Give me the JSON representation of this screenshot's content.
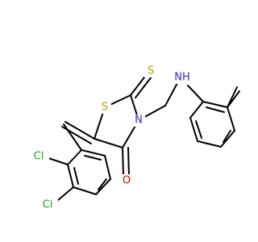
{
  "atoms": {
    "s_ring": "S",
    "s_thione": "S",
    "n_ring": "N",
    "nh": "NH",
    "o_carbonyl": "O",
    "cl_top": "Cl",
    "cl_bottom": "Cl"
  },
  "colors": {
    "bond": "#000000",
    "sulfur": "#b3a000",
    "nitrogen": "#2a2ad6",
    "oxygen": "#e00000",
    "chlorine": "#1fa51f"
  }
}
